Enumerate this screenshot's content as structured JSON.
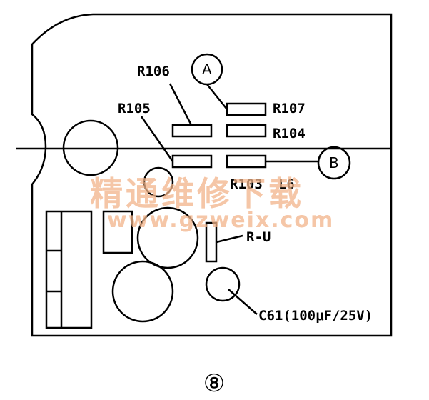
{
  "labels": {
    "r106": "R106",
    "r105": "R105",
    "r107": "R107",
    "r104": "R104",
    "r103": "R103",
    "l6": "L6",
    "ru": "R-U",
    "c61": "C61(100μF/25V)",
    "point_a": "A",
    "point_b": "B"
  },
  "figure_number": "⑧",
  "watermark": {
    "text": "精通维修下载",
    "url": "www.gzweix.com"
  }
}
